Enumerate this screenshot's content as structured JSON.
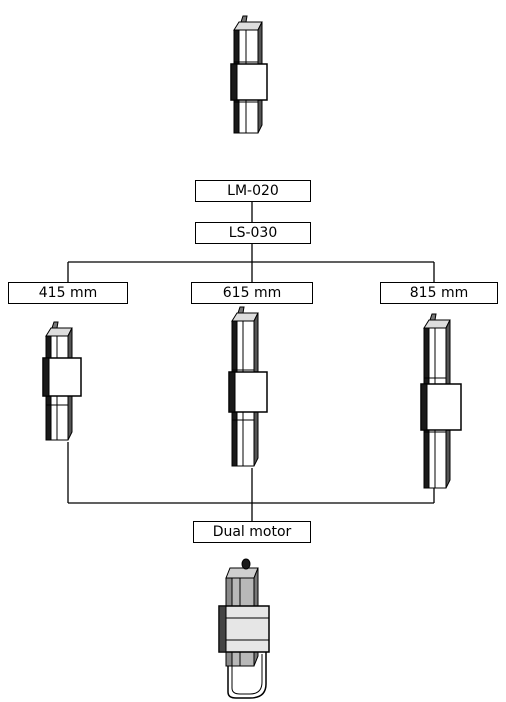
{
  "diagram": {
    "model_label": "LM-020",
    "stroke_label": "LS-030",
    "length_options": [
      {
        "label": "415 mm"
      },
      {
        "label": "615 mm"
      },
      {
        "label": "815 mm"
      }
    ],
    "dual_motor_label": "Dual motor"
  },
  "colors": {
    "line": "#000000",
    "body_fill": "#ffffff",
    "dark_fill": "#1a1a1a",
    "grey_fill": "#8a8a8a"
  }
}
